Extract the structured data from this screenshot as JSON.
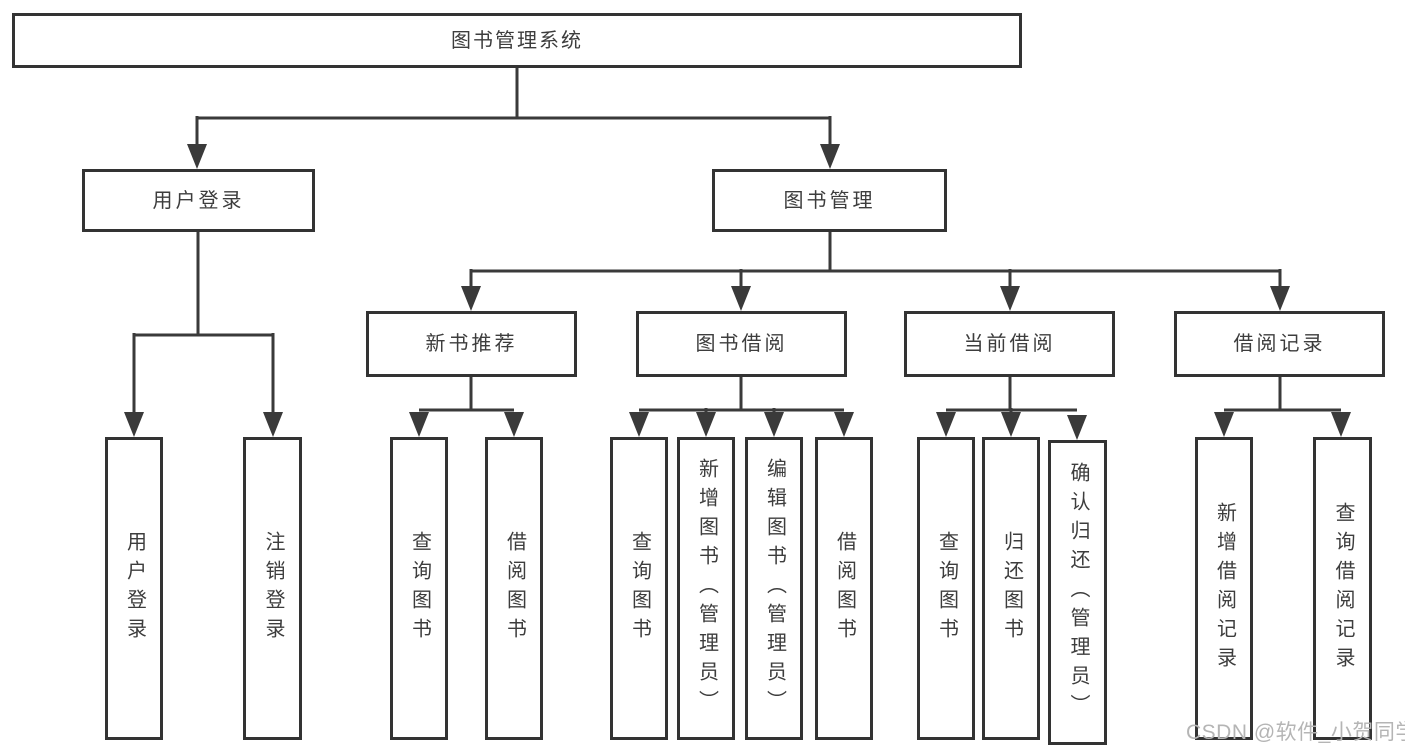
{
  "tree": {
    "label": "图书管理系统",
    "children": [
      {
        "label": "用户登录",
        "children": [
          {
            "label": "用户登录"
          },
          {
            "label": "注销登录"
          }
        ]
      },
      {
        "label": "图书管理",
        "children": [
          {
            "label": "新书推荐",
            "children": [
              {
                "label": "查询图书"
              },
              {
                "label": "借阅图书"
              }
            ]
          },
          {
            "label": "图书借阅",
            "children": [
              {
                "label": "查询图书"
              },
              {
                "label": "新增图书（管理员）"
              },
              {
                "label": "编辑图书（管理员）"
              },
              {
                "label": "借阅图书"
              }
            ]
          },
          {
            "label": "当前借阅",
            "children": [
              {
                "label": "查询图书"
              },
              {
                "label": "归还图书"
              },
              {
                "label": "确认归还（管理员）"
              }
            ]
          },
          {
            "label": "借阅记录",
            "children": [
              {
                "label": "新增借阅记录"
              },
              {
                "label": "查询借阅记录"
              }
            ]
          }
        ]
      }
    ]
  },
  "watermark": {
    "text": "CSDN @软件_小贺同学"
  },
  "colors": {
    "line": "#3a3a3a",
    "box_border": "#333333",
    "text": "#3d3d3d",
    "watermark": "#b5b5b5",
    "background": "#ffffff"
  }
}
